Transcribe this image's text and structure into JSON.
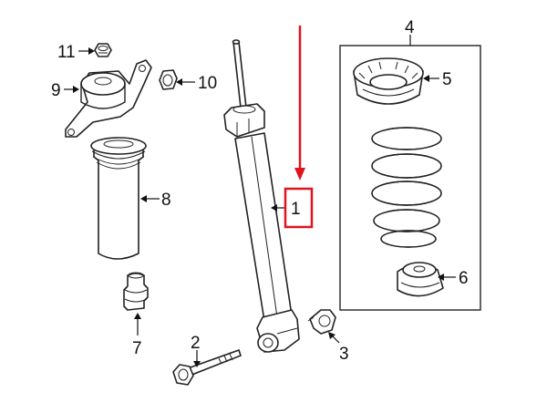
{
  "callouts": {
    "c1": "1",
    "c2": "2",
    "c3": "3",
    "c4": "4",
    "c5": "5",
    "c6": "6",
    "c7": "7",
    "c8": "8",
    "c9": "9",
    "c10": "10",
    "c11": "11"
  },
  "highlight": {
    "target": "1",
    "color": "#e0141e"
  }
}
